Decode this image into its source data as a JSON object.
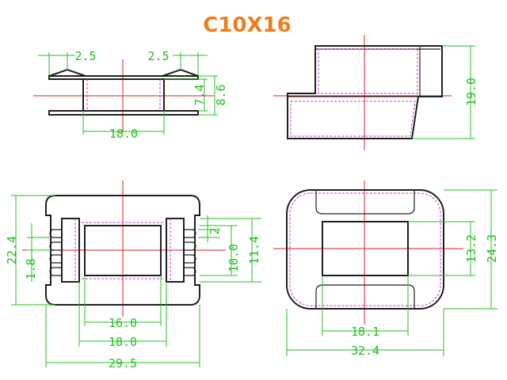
{
  "title": "C10X16",
  "colors": {
    "title": "#f07d1e",
    "dimension": "#20c020",
    "centerline": "#e02020",
    "hidden": "#c040c0",
    "outline": "#202020"
  },
  "views": {
    "front": {
      "dims": {
        "flange_left": "2.5",
        "flange_right": "2.5",
        "height_inner": "7.4",
        "height_total": "8.6",
        "width": "18.0"
      }
    },
    "side": {
      "dims": {
        "height": "19.0"
      }
    },
    "top": {
      "dims": {
        "overall_height": "22.4",
        "pin_pitch": "1.8",
        "window_inner": "10.0",
        "window_outer": "11.4",
        "gap": "2",
        "inner_width": "16.0",
        "core_width": "18.0",
        "overall_width": "29.5"
      }
    },
    "bottom": {
      "dims": {
        "inner_height": "13.2",
        "overall_height": "24.3",
        "inner_width": "18.1",
        "overall_width": "32.4"
      }
    }
  }
}
